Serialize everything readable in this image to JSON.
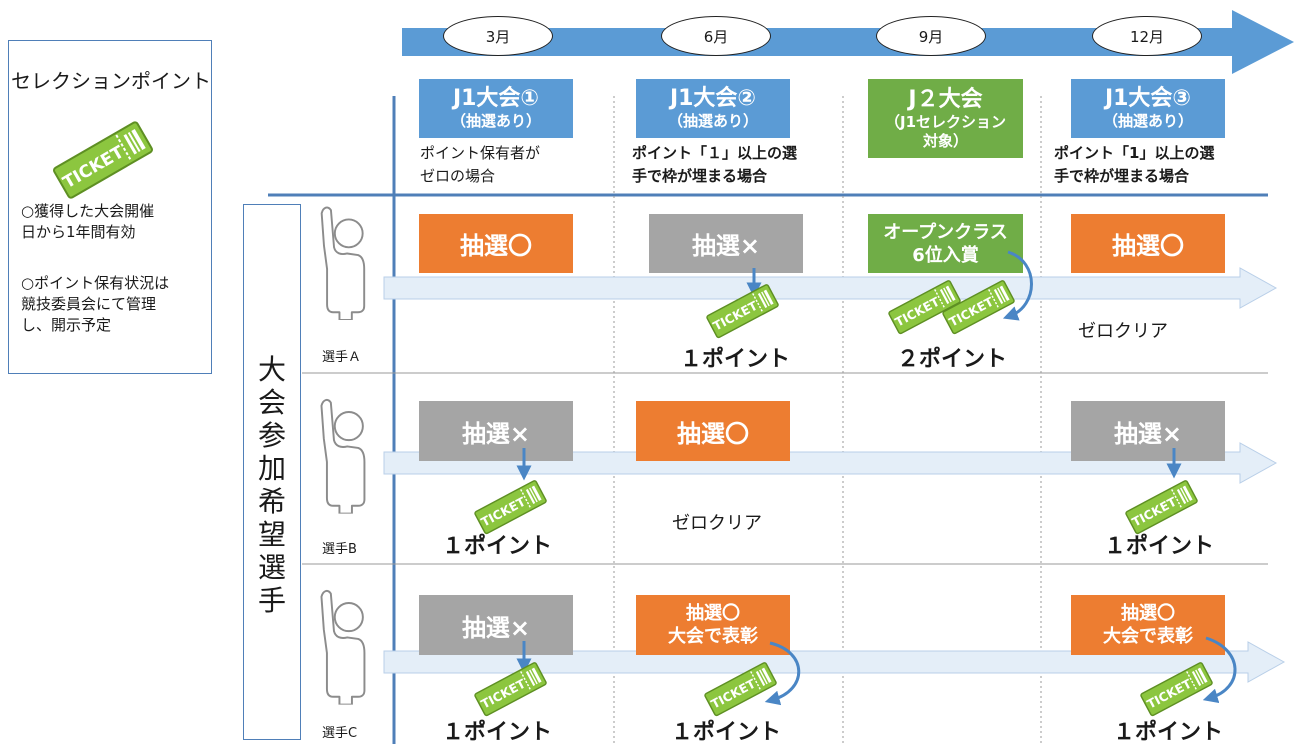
{
  "legend": {
    "title": "セレクションポイント",
    "ticket_text": "TICKET",
    "note1_line1": "○獲得した大会開催",
    "note1_line2": "日から1年間有効",
    "note2_line1": "○ポイント保有状況は",
    "note2_line2": "競技委員会にて管理",
    "note2_line3": "し、開示予定"
  },
  "applicants_label": "大会参加希望選手",
  "months": [
    "3月",
    "6月",
    "9月",
    "12月"
  ],
  "events": [
    {
      "title": "J1大会①",
      "sub": "（抽選あり）",
      "note_line1": "ポイント保有者が",
      "note_line2": "ゼロの場合",
      "color": "#5b9bd5"
    },
    {
      "title": "J1大会②",
      "sub": "（抽選あり）",
      "note_line1": "ポイント「１」以上の選",
      "note_line2": "手で枠が埋まる場合",
      "color": "#5b9bd5"
    },
    {
      "title": "J２大会",
      "sub_line1": "（J1セレクション",
      "sub_line2": "対象）",
      "color": "#70ad47"
    },
    {
      "title": "J1大会③",
      "sub": "（抽選あり）",
      "note_line1": "ポイント「1」以上の選",
      "note_line2": "手で枠が埋まる場合",
      "color": "#5b9bd5"
    }
  ],
  "players": {
    "a": {
      "label": "選手Ａ",
      "r1": "抽選〇",
      "r2": "抽選×",
      "r3_line1": "オープンクラス",
      "r3_line2": "6位入賞",
      "r4": "抽選〇",
      "p2": "１ポイント",
      "p3": "２ポイント",
      "zero": "ゼロクリア"
    },
    "b": {
      "label": "選手B",
      "r1": "抽選×",
      "r2": "抽選〇",
      "r4": "抽選×",
      "p1": "１ポイント",
      "zero": "ゼロクリア",
      "p4": "１ポイント"
    },
    "c": {
      "label": "選手C",
      "r1": "抽選×",
      "r2_line1": "抽選〇",
      "r2_line2": "大会で表彰",
      "r4_line1": "抽選〇",
      "r4_line2": "大会で表彰",
      "p1": "１ポイント",
      "p2": "１ポイント",
      "p4": "１ポイント"
    }
  },
  "colors": {
    "timeline_blue": "#5b9bd5",
    "event_blue": "#5b9bd5",
    "event_green": "#70ad47",
    "lottery_win": "#ed7d31",
    "lottery_lose": "#a5a5a5",
    "ticket_green": "#8cc63f",
    "track_fill": "#e4eef8",
    "divider": "#4f7fb8"
  }
}
